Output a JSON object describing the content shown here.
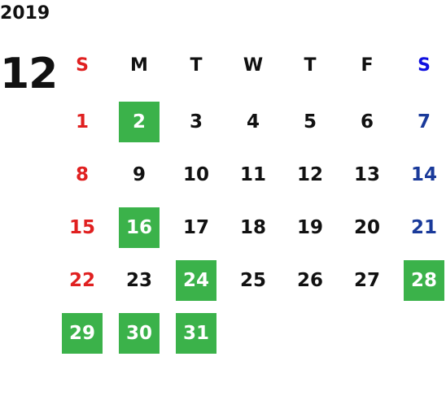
{
  "calendar": {
    "year": "2019",
    "month": "12",
    "weekdays": [
      "S",
      "M",
      "T",
      "W",
      "T",
      "F",
      "S"
    ],
    "first_weekday": 0,
    "days_in_month": 31,
    "highlighted_days": [
      2,
      16,
      24,
      28,
      29,
      30,
      31
    ],
    "colors": {
      "sunday": "#e02020",
      "saturday_header": "#1010e0",
      "saturday": "#1a3a9a",
      "weekday": "#111111",
      "highlight_bg": "#3bb24a",
      "highlight_text": "#ffffff"
    }
  }
}
